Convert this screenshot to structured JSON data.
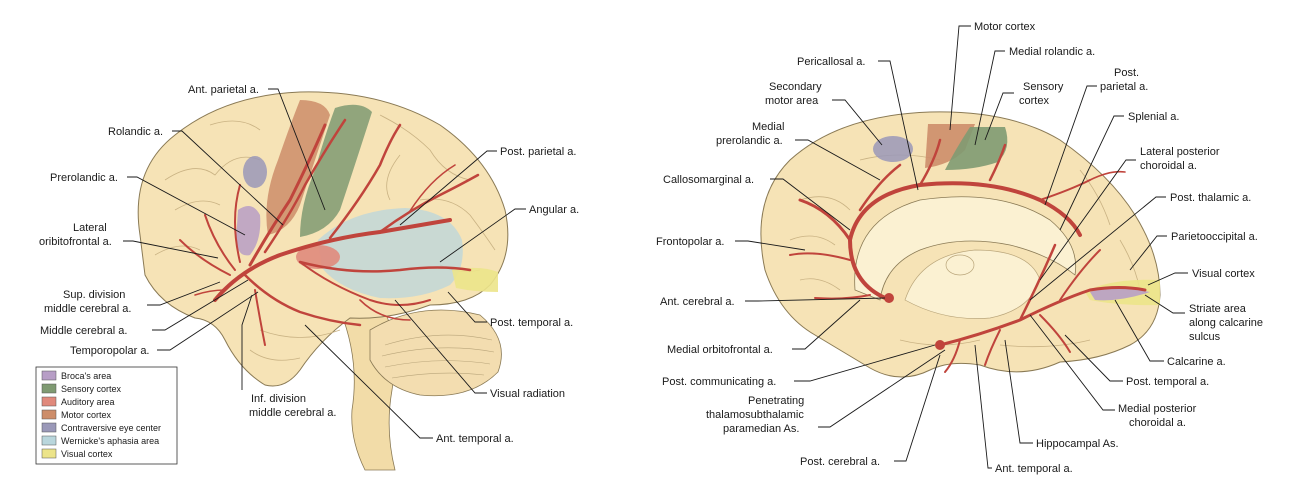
{
  "left_labels": {
    "ant_parietal": "Ant. parietal a.",
    "rolandic": "Rolandic a.",
    "prerolandic": "Prerolandic a.",
    "lateral_line1": "Lateral",
    "lateral_line2": "oribitofrontal a.",
    "sup_div_line1": "Sup. division",
    "sup_div_line2": "middle cerebral a.",
    "middle_cerebral": "Middle cerebral a.",
    "temporopolar": "Temporopolar a.",
    "post_parietal": "Post. parietal a.",
    "angular": "Angular a.",
    "post_temporal": "Post. temporal a.",
    "visual_radiation": "Visual radiation",
    "inf_div_line1": "Inf. division",
    "inf_div_line2": "middle cerebral a.",
    "ant_temporal": "Ant. temporal a."
  },
  "legend": [
    {
      "label": "Broca's area",
      "color": "#b79ec6"
    },
    {
      "label": "Sensory cortex",
      "color": "#7f9a72"
    },
    {
      "label": "Auditory area",
      "color": "#e0897c"
    },
    {
      "label": "Motor cortex",
      "color": "#cd8d6a"
    },
    {
      "label": "Contraversive eye center",
      "color": "#9a98b8"
    },
    {
      "label": "Wernicke's aphasia area",
      "color": "#b9d6dc"
    },
    {
      "label": "Visual cortex",
      "color": "#ece48a"
    }
  ],
  "right_labels": {
    "motor_cortex": "Motor cortex",
    "pericallosal": "Pericallosal a.",
    "medial_rolandic": "Medial rolandic a.",
    "secondary_line1": "Secondary",
    "secondary_line2": "motor area",
    "sensory_line1": "Sensory",
    "sensory_line2": "cortex",
    "post_parietal_line1": "Post.",
    "post_parietal_line2": "parietal a.",
    "medial_prerolandic_line1": "Medial",
    "medial_prerolandic_line2": "prerolandic a.",
    "splenial": "Splenial a.",
    "callosomarginal": "Callosomarginal a.",
    "lat_post_choroidal_line1": "Lateral posterior",
    "lat_post_choroidal_line2": "choroidal a.",
    "post_thalamic": "Post. thalamic a.",
    "frontopolar": "Frontopolar a.",
    "parietooccipital": "Parietooccipital a.",
    "visual_cortex": "Visual cortex",
    "ant_cerebral": "Ant. cerebral a.",
    "striate_line1": "Striate area",
    "striate_line2": "along calcarine",
    "striate_line3": "sulcus",
    "medial_orbitofrontal": "Medial orbitofrontal a.",
    "calcarine": "Calcarine a.",
    "post_communicating": "Post. communicating a.",
    "post_temporal": "Post. temporal a.",
    "penetrating_line1": "Penetrating",
    "penetrating_line2": "thalamosubthalamic",
    "penetrating_line3": "paramedian As.",
    "medial_post_choroidal_line1": "Medial posterior",
    "medial_post_choroidal_line2": "choroidal a.",
    "hippocampal": "Hippocampal As.",
    "post_cerebral": "Post. cerebral a.",
    "ant_temporal": "Ant. temporal a."
  }
}
